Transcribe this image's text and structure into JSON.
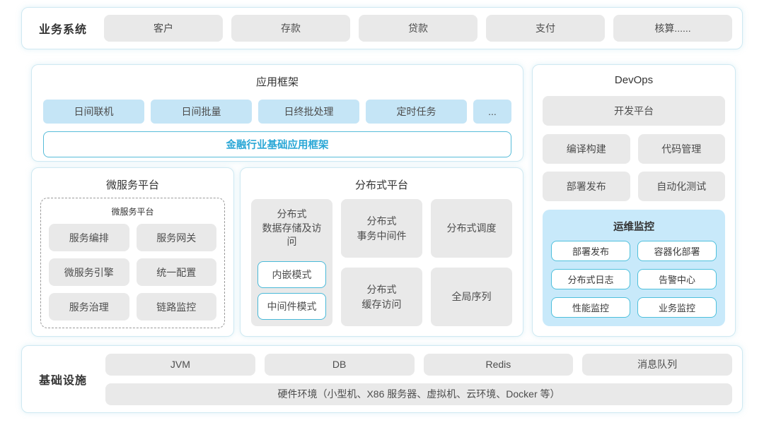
{
  "business_systems": {
    "label": "业务系统",
    "items": [
      "客户",
      "存款",
      "贷款",
      "支付",
      "核算......"
    ]
  },
  "app_framework": {
    "title": "应用框架",
    "items": [
      "日间联机",
      "日间批量",
      "日终批处理",
      "定时任务",
      "..."
    ],
    "base_bar": "金融行业基础应用框架"
  },
  "microservice_platform": {
    "title": "微服务平台",
    "inner_title": "微服务平台",
    "items": [
      "服务编排",
      "服务网关",
      "微服务引擎",
      "统一配置",
      "服务治理",
      "链路监控"
    ]
  },
  "distributed_platform": {
    "title": "分布式平台",
    "storage": {
      "title_line1": "分布式",
      "title_line2": "数据存储及访问",
      "modes": [
        "内嵌模式",
        "中间件模式"
      ]
    },
    "tx_middleware": {
      "line1": "分布式",
      "line2": "事务中间件"
    },
    "scheduler": "分布式调度",
    "cache": {
      "line1": "分布式",
      "line2": "缓存访问"
    },
    "global_sequence": "全局序列"
  },
  "devops": {
    "title": "DevOps",
    "dev_platform": "开发平台",
    "items": [
      "编译构建",
      "代码管理",
      "部署发布",
      "自动化测试"
    ],
    "ops_monitor": {
      "title": "运维监控",
      "items": [
        "部署发布",
        "容器化部署",
        "分布式日志",
        "告警中心",
        "性能监控",
        "业务监控"
      ]
    }
  },
  "infrastructure": {
    "label": "基础设施",
    "items": [
      "JVM",
      "DB",
      "Redis",
      "消息队列"
    ],
    "hardware_bar": "硬件环境（小型机、X86 服务器、虚拟机、云环境、Docker 等）"
  },
  "colors": {
    "panel_border": "#cfe9f2",
    "gray_chip": "#e9e9e9",
    "blue_chip": "#c5e5f6",
    "monitor_bg": "#c8e9fa",
    "teal_border": "#4fc0dc",
    "teal_text": "#2aa7d6"
  }
}
